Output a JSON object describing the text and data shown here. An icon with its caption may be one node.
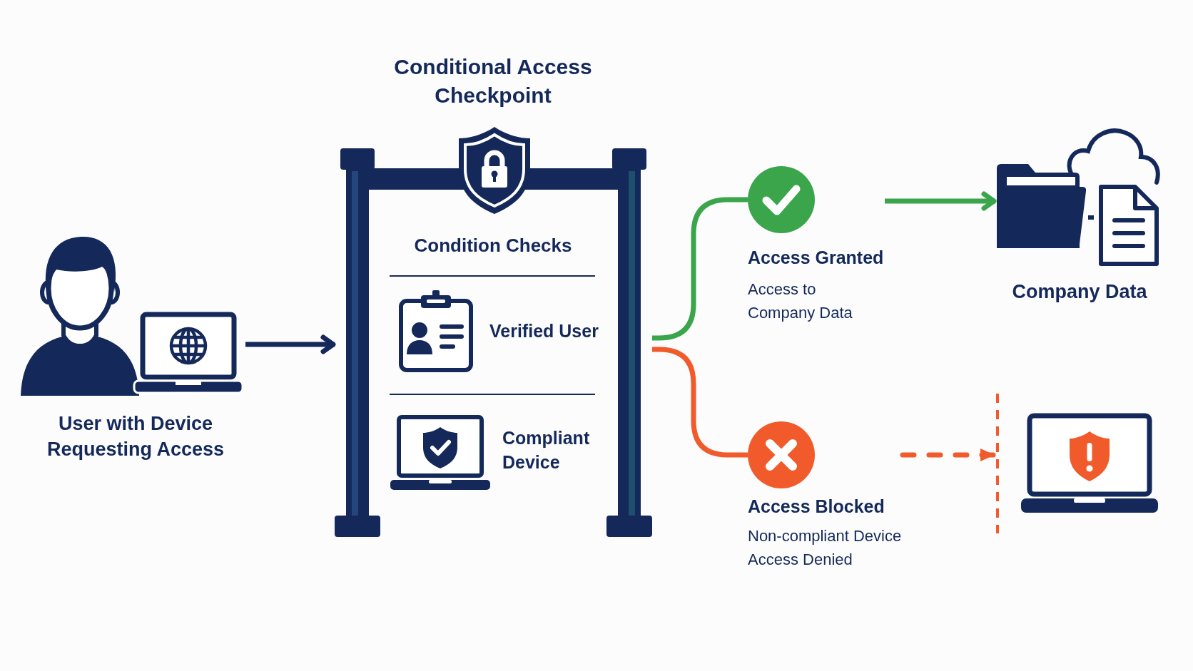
{
  "diagram": {
    "nodes": [
      {
        "text": [
          "User with Device Requesting Access"
        ]
      },
      {
        "text": [
          "Conditional Access Checkpoint",
          "Condition Checks"
        ]
      },
      {
        "text": [
          "Verified User"
        ],
        "in": 1
      },
      {
        "text": [
          "Compliant Device"
        ],
        "in": 1
      },
      {
        "text": [
          "Access Granted",
          "Access to Company Data"
        ]
      },
      {
        "text": [
          "Company Data"
        ]
      },
      {
        "text": [
          "Access Blocked",
          "Non-compliant Device Access Denied"
        ]
      },
      {
        "text": [],
        "shape": "bar"
      },
      {
        "text": [],
        "shape": "picture"
      }
    ],
    "edges": [
      {
        "from": 0,
        "to": 1,
        "arrow": "to",
        "color": "#14295a"
      },
      {
        "from": 1,
        "to": 4,
        "arrow": "none",
        "color": "#3aa54a"
      },
      {
        "from": 4,
        "to": 5,
        "arrow": "to",
        "color": "#3aa54a"
      },
      {
        "from": 1,
        "to": 6,
        "arrow": "none",
        "color": "#f15a2b"
      },
      {
        "from": 6,
        "to": 7,
        "arrow": "to",
        "style": "dashed",
        "color": "#f15a2b"
      }
    ]
  }
}
